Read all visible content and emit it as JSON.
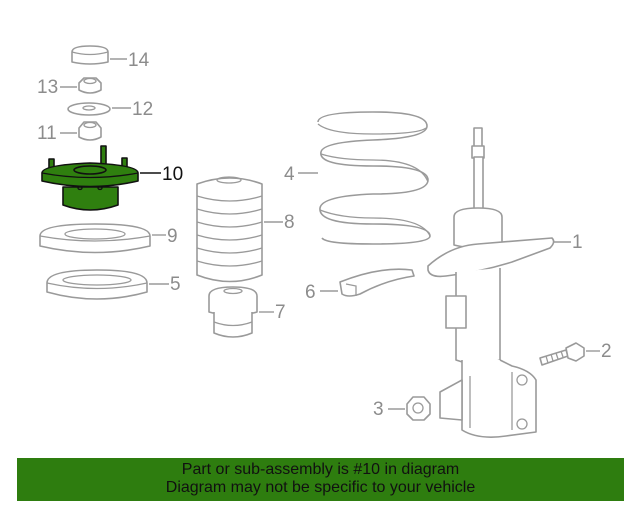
{
  "diagram": {
    "highlighted_part": "10",
    "callouts": [
      {
        "id": "p1",
        "label": "1"
      },
      {
        "id": "p2",
        "label": "2"
      },
      {
        "id": "p3",
        "label": "3"
      },
      {
        "id": "p4",
        "label": "4"
      },
      {
        "id": "p5",
        "label": "5"
      },
      {
        "id": "p6",
        "label": "6"
      },
      {
        "id": "p7",
        "label": "7"
      },
      {
        "id": "p8",
        "label": "8"
      },
      {
        "id": "p9",
        "label": "9"
      },
      {
        "id": "p10",
        "label": "10"
      },
      {
        "id": "p11",
        "label": "11"
      },
      {
        "id": "p12",
        "label": "12"
      },
      {
        "id": "p13",
        "label": "13"
      },
      {
        "id": "p14",
        "label": "14"
      }
    ],
    "colors": {
      "highlight_fill": "#2f7f0f",
      "banner_bg": "#2e7d0f",
      "line": "#9a9a9a"
    }
  },
  "banner": {
    "line1": "Part or sub-assembly is #10 in diagram",
    "line2": "Diagram may not be specific to your vehicle"
  }
}
